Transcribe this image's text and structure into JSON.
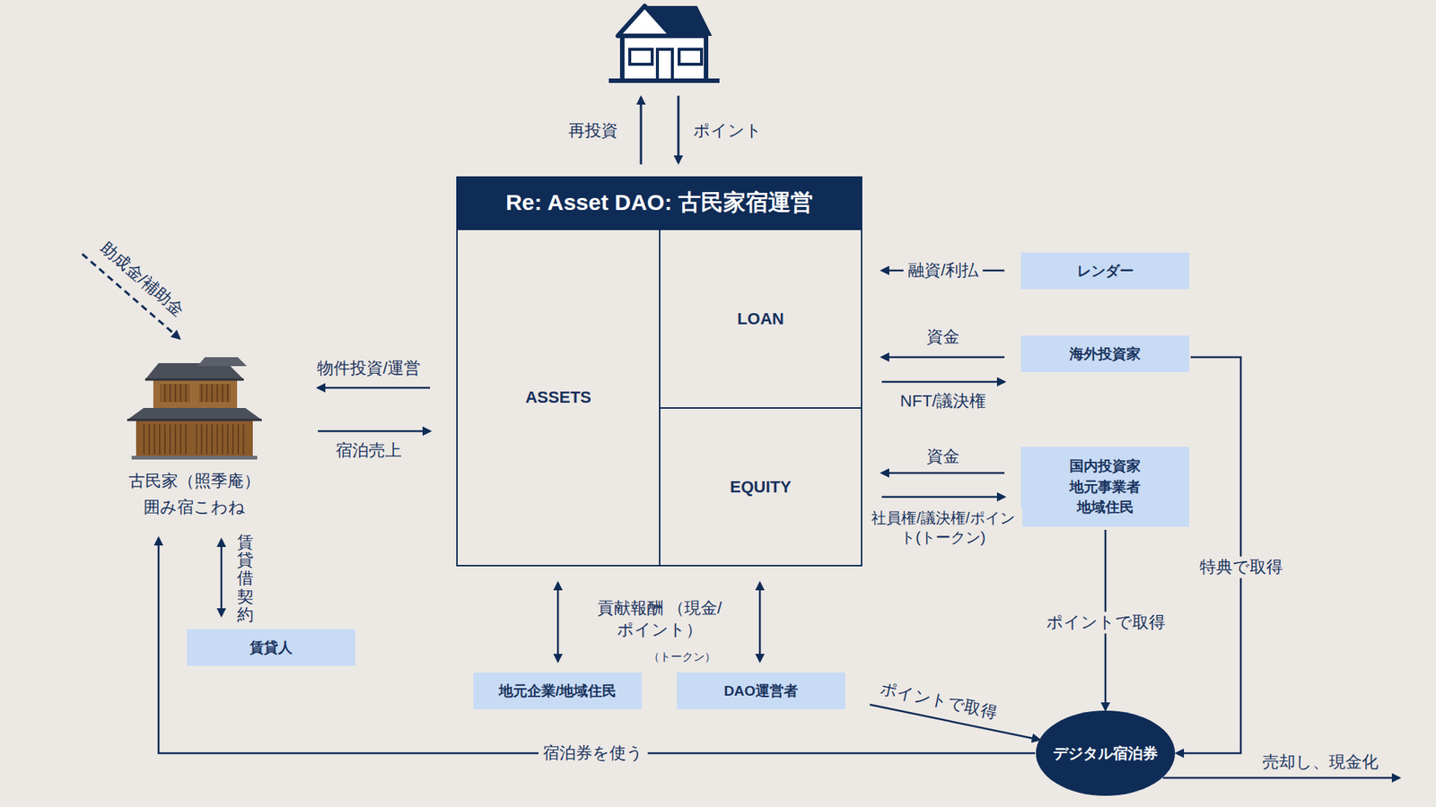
{
  "diagram": {
    "nodes": [
      {
        "text": [
          "Re: Asset DAO: 古民家宿運営"
        ]
      },
      {
        "text": [
          "ASSETS"
        ],
        "in": 0
      },
      {
        "text": [
          "LOAN"
        ],
        "in": 0
      },
      {
        "text": [
          "EQUITY"
        ],
        "in": 0
      },
      {
        "text": [
          "レンダー"
        ]
      },
      {
        "text": [
          "海外投資家"
        ]
      },
      {
        "text": [
          "古民家（照季庵） 囲み宿こわね"
        ]
      },
      {
        "text": [
          "国内投資家 地元事業者 地域住民"
        ]
      },
      {
        "text": [
          "賃貸人"
        ]
      },
      {
        "text": [
          "地元企業/地域住民"
        ]
      },
      {
        "text": [
          "DAO運営者"
        ]
      },
      {
        "text": [
          "デジタル宿泊券"
        ]
      }
    ],
    "edges": [
      {
        "from": 0,
        "to": 6,
        "label": "物件投資/運営",
        "arrow": "to"
      },
      {
        "from": 6,
        "to": 0,
        "label": "宿泊売上",
        "arrow": "to"
      },
      {
        "from": 4,
        "to": 2,
        "label": "融資/利払",
        "arrow": "to"
      },
      {
        "from": 5,
        "to": 2,
        "label": "資金",
        "arrow": "to"
      },
      {
        "from": 2,
        "to": 5,
        "label": "NFT/議決権",
        "arrow": "to"
      },
      {
        "from": 7,
        "to": 3,
        "label": "資金",
        "arrow": "to"
      },
      {
        "from": 3,
        "to": 7,
        "label": "社員権/議決権/ポイント(トークン)",
        "arrow": "to"
      },
      {
        "from": 1,
        "to": 9,
        "arrow": "both"
      },
      {
        "from": 3,
        "to": 10,
        "arrow": "both"
      },
      {
        "from": 6,
        "to": 8,
        "label": "賃貸借契約",
        "arrow": "both"
      },
      {
        "from": 7,
        "to": 11,
        "label": "ポイントで取得",
        "arrow": "to"
      },
      {
        "from": 5,
        "to": 11,
        "label": "特典で取得",
        "arrow": "to"
      },
      {
        "from": 10,
        "to": 11,
        "label": "ポイントで取得",
        "arrow": "to"
      },
      {
        "from": 11,
        "to": 6,
        "label": "宿泊券を使う",
        "arrow": "to"
      }
    ],
    "labels": [
      "再投資",
      "ポイント",
      "助成金/補助金",
      "貢献報酬 （現金/ポイント）",
      "（トークン）",
      "売却し、現金化"
    ]
  }
}
